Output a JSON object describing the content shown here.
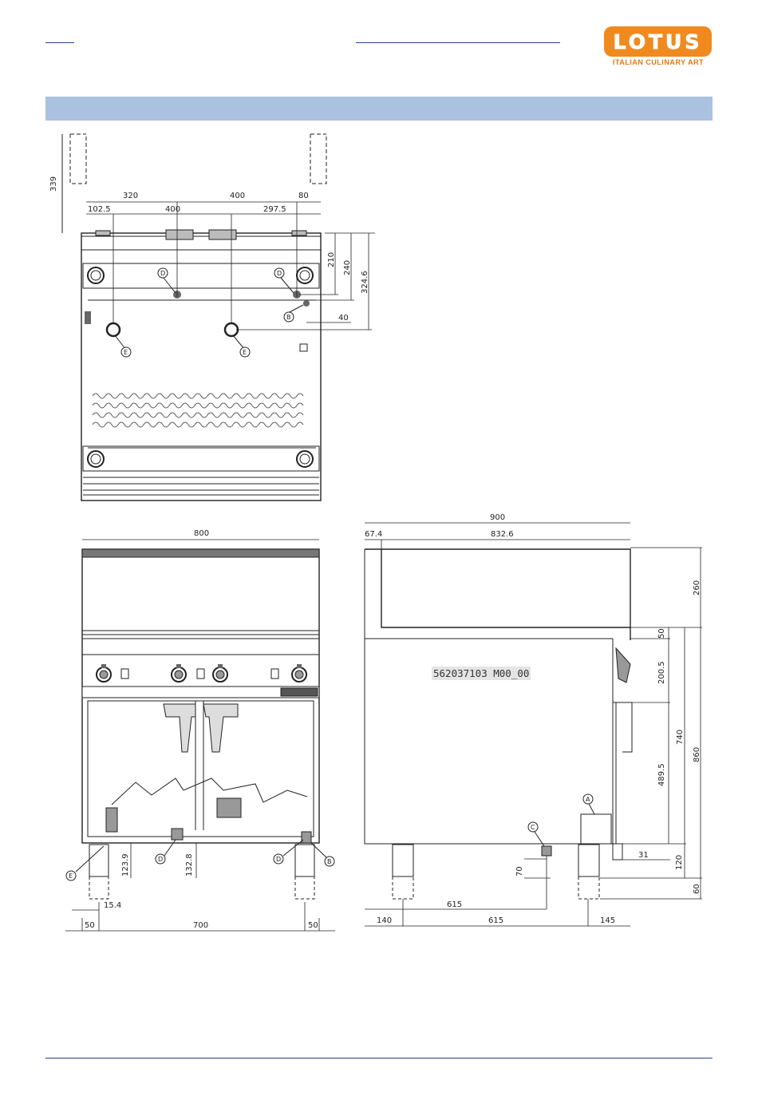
{
  "brand": {
    "name": "LOTUS",
    "tagline": "ITALIAN CULINARY ART",
    "color": "#f08a1e"
  },
  "banner": {
    "color": "#aac1e0"
  },
  "product_code": "562037103 M00_00",
  "top_view": {
    "dims": {
      "w320": "320",
      "w400": "400",
      "w80": "80",
      "w102": "102.5",
      "w400b": "400",
      "w297": "297.5",
      "h339": "339",
      "h210": "210",
      "h240": "240",
      "h324": "324.6",
      "w40": "40"
    },
    "callouts": {
      "d1": "D",
      "d2": "D",
      "b": "B",
      "e1": "E",
      "e2": "E"
    }
  },
  "front_view": {
    "dims": {
      "w800": "800",
      "h123": "123.9",
      "h132": "132.8",
      "w15": "15.4",
      "w50a": "50",
      "w700": "700",
      "w50b": "50"
    },
    "callouts": {
      "e": "E",
      "d1": "D",
      "d2": "D",
      "b": "B"
    }
  },
  "side_view": {
    "dims": {
      "w900": "900",
      "w67": "67.4",
      "w832": "832.6",
      "h260": "260",
      "h50": "50",
      "h200": "200.5",
      "h740": "740",
      "h860": "860",
      "h489": "489.5",
      "w31": "31",
      "h120": "120",
      "h60": "60",
      "h70": "70",
      "w615a": "615",
      "w140": "140",
      "w615b": "615",
      "w145": "145"
    },
    "callouts": {
      "a": "A",
      "c": "C"
    }
  }
}
